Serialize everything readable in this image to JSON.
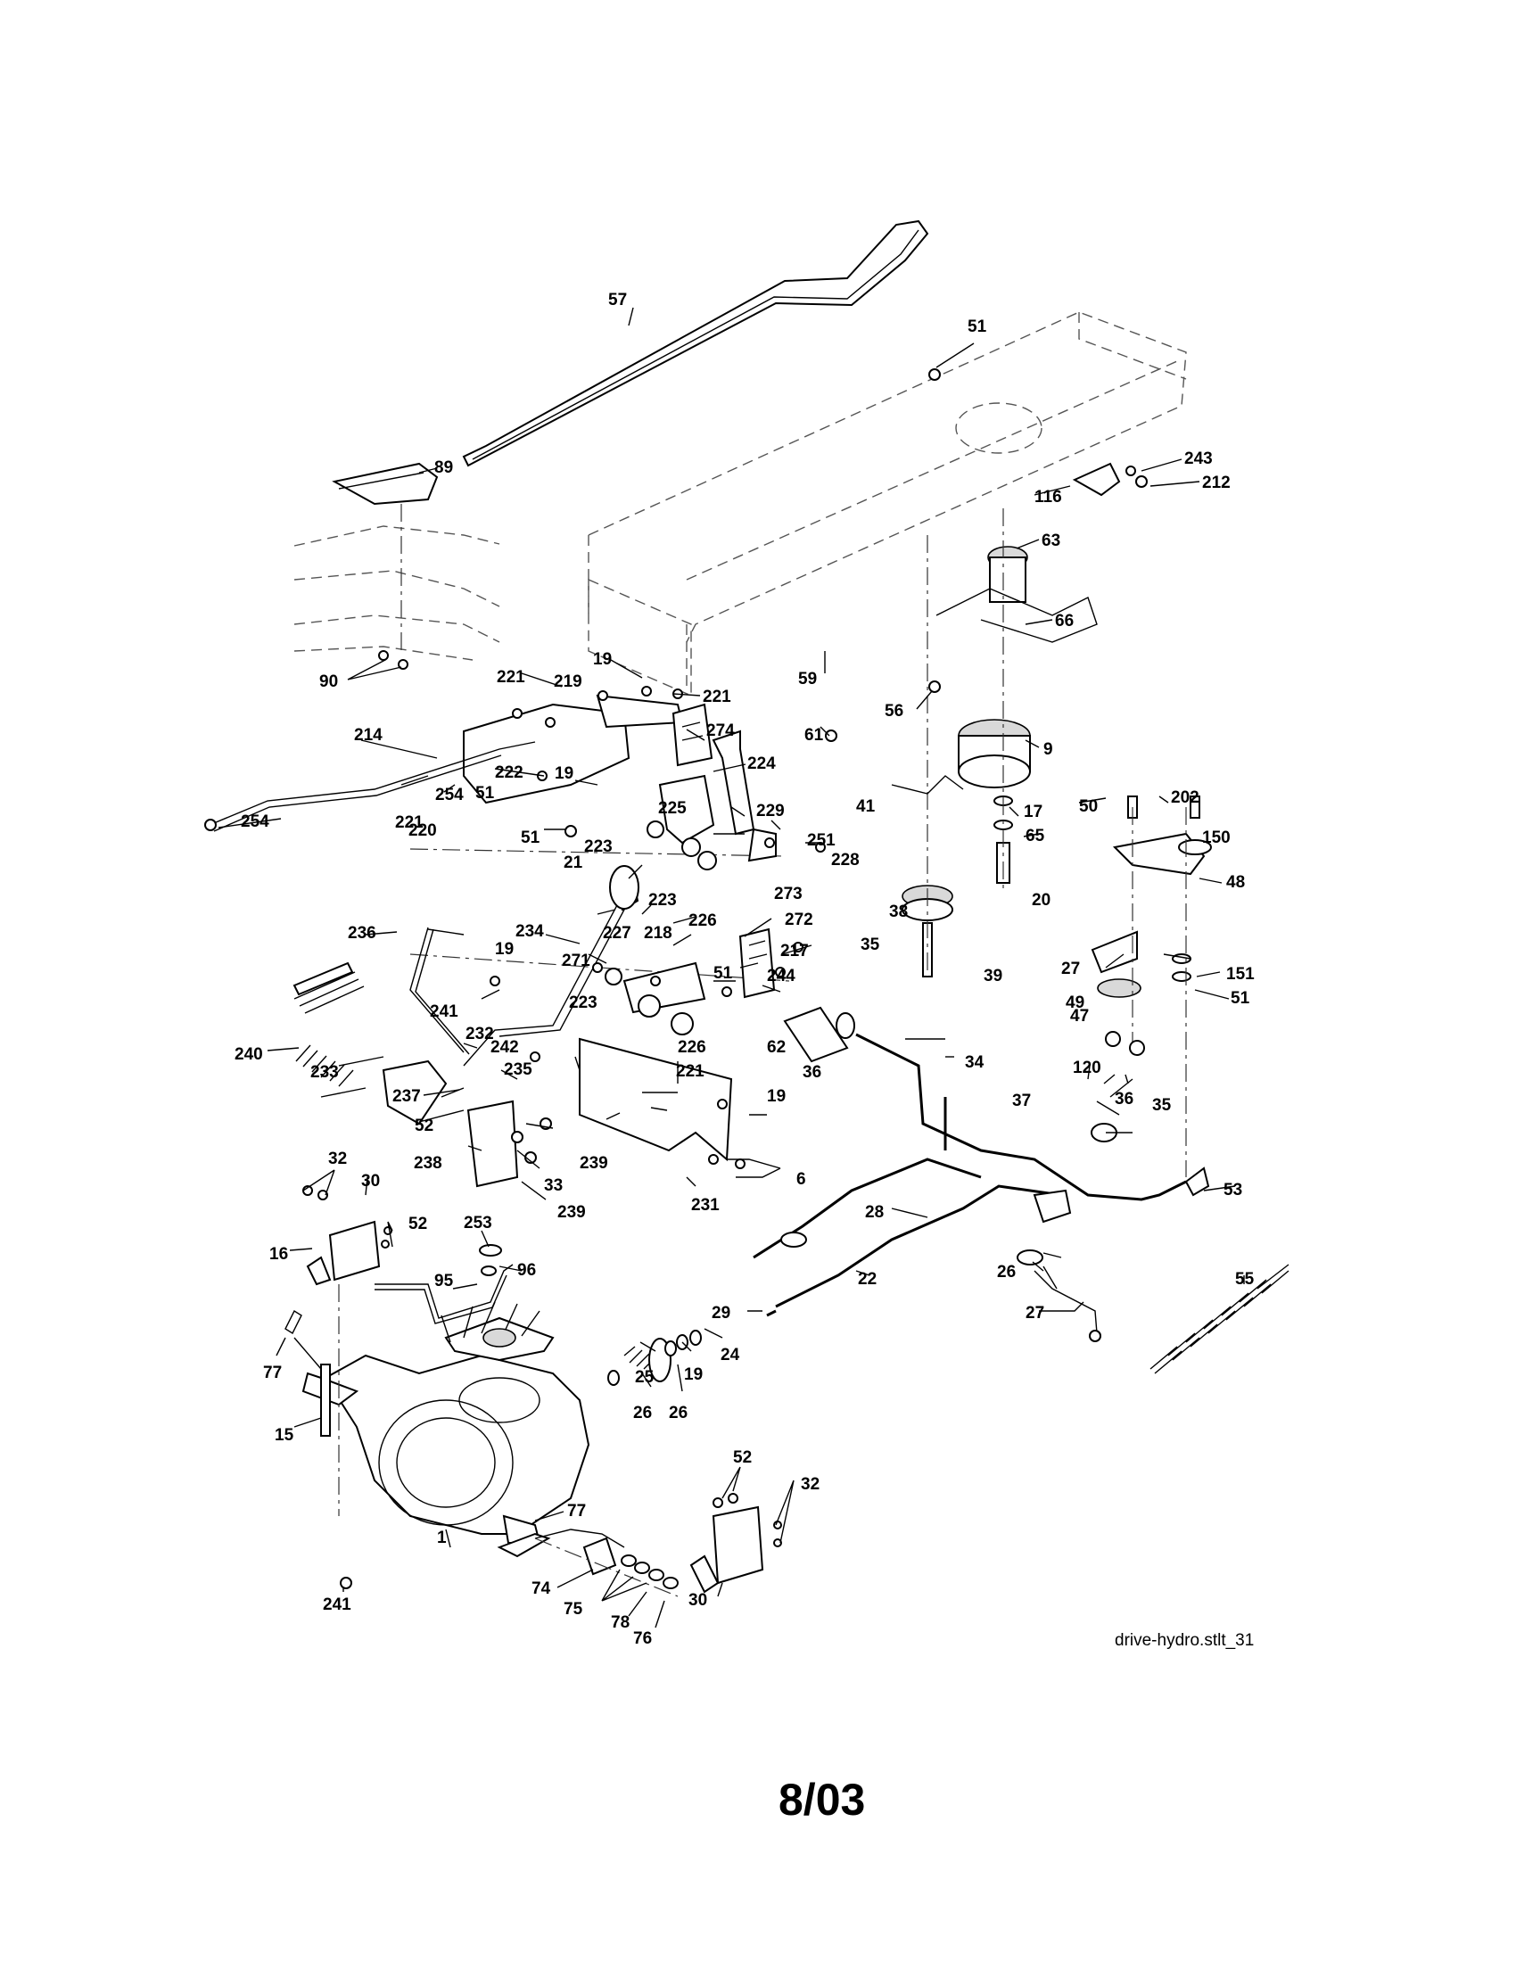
{
  "reference": "drive-hydro.stlt_31",
  "page_number": "8/03",
  "callouts": [
    "57",
    "51",
    "89",
    "243",
    "212",
    "116",
    "63",
    "66",
    "90",
    "19",
    "221",
    "219",
    "221",
    "59",
    "56",
    "214",
    "19",
    "254",
    "221",
    "51",
    "222",
    "274",
    "224",
    "61",
    "9",
    "254",
    "220",
    "51",
    "225",
    "229",
    "17",
    "50",
    "202",
    "41",
    "223",
    "251",
    "228",
    "65",
    "150",
    "48",
    "21",
    "223",
    "226",
    "273",
    "272",
    "38",
    "20",
    "234",
    "227",
    "218",
    "217",
    "244",
    "35",
    "236",
    "19",
    "271",
    "51",
    "27",
    "151",
    "39",
    "49",
    "51",
    "223",
    "62",
    "226",
    "47",
    "240",
    "241",
    "232",
    "36",
    "34",
    "120",
    "233",
    "237",
    "242",
    "235",
    "221",
    "19",
    "37",
    "36",
    "35",
    "52",
    "238",
    "239",
    "33",
    "239",
    "6",
    "231",
    "32",
    "30",
    "53",
    "52",
    "16",
    "28",
    "26",
    "253",
    "95",
    "55",
    "22",
    "96",
    "29",
    "27",
    "24",
    "77",
    "25",
    "19",
    "26",
    "26",
    "15",
    "52",
    "32",
    "77",
    "1",
    "30",
    "74",
    "241",
    "75",
    "78",
    "76"
  ]
}
